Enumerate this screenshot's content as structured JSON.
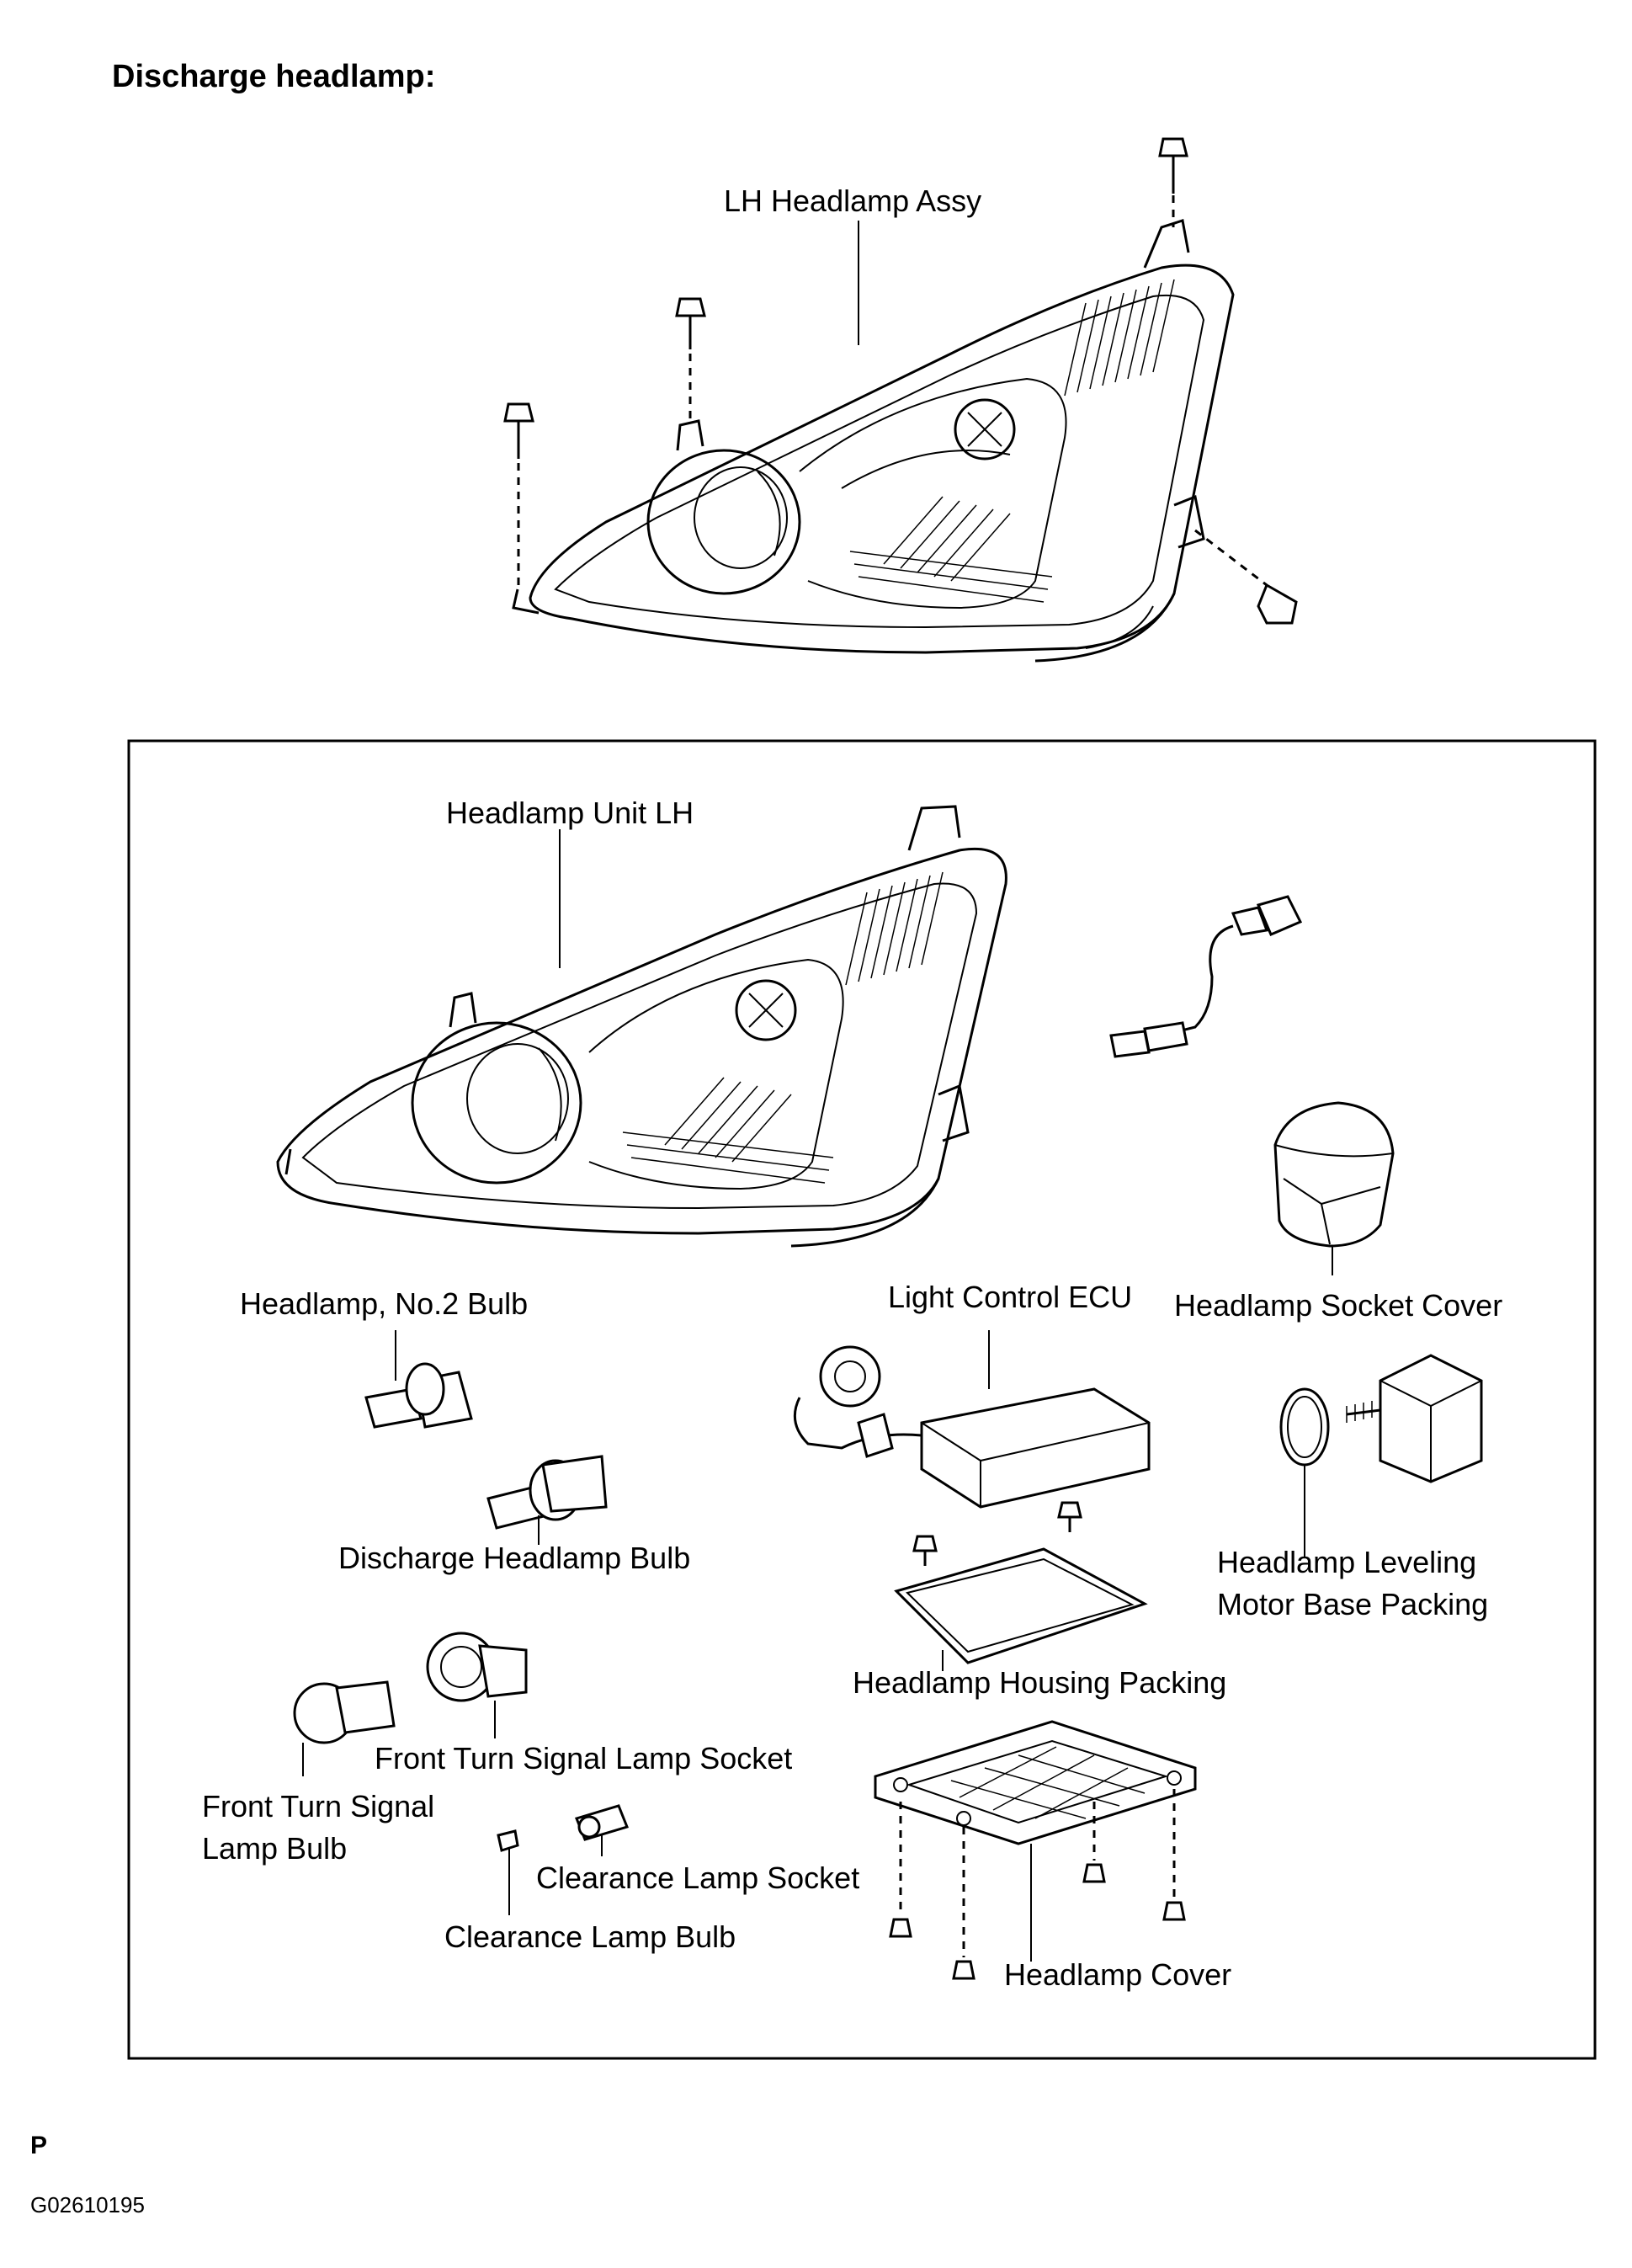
{
  "title": "Discharge headlamp:",
  "labels": {
    "lh_headlamp_assy": "LH Headlamp Assy",
    "headlamp_unit_lh": "Headlamp Unit LH",
    "headlamp_no2_bulb": "Headlamp, No.2 Bulb",
    "light_control_ecu": "Light Control ECU",
    "headlamp_socket_cover": "Headlamp Socket Cover",
    "discharge_headlamp_bulb": "Discharge Headlamp Bulb",
    "headlamp_leveling_line1": "Headlamp Leveling",
    "headlamp_leveling_line2": "Motor Base Packing",
    "headlamp_housing_packing": "Headlamp Housing Packing",
    "front_turn_signal_lamp_socket": "Front Turn Signal Lamp Socket",
    "front_turn_signal_bulb_line1": "Front Turn Signal",
    "front_turn_signal_bulb_line2": "Lamp Bulb",
    "clearance_lamp_socket": "Clearance Lamp Socket",
    "clearance_lamp_bulb": "Clearance Lamp Bulb",
    "headlamp_cover": "Headlamp Cover"
  },
  "footer": {
    "page_mark": "P",
    "figure_code": "G02610195"
  }
}
